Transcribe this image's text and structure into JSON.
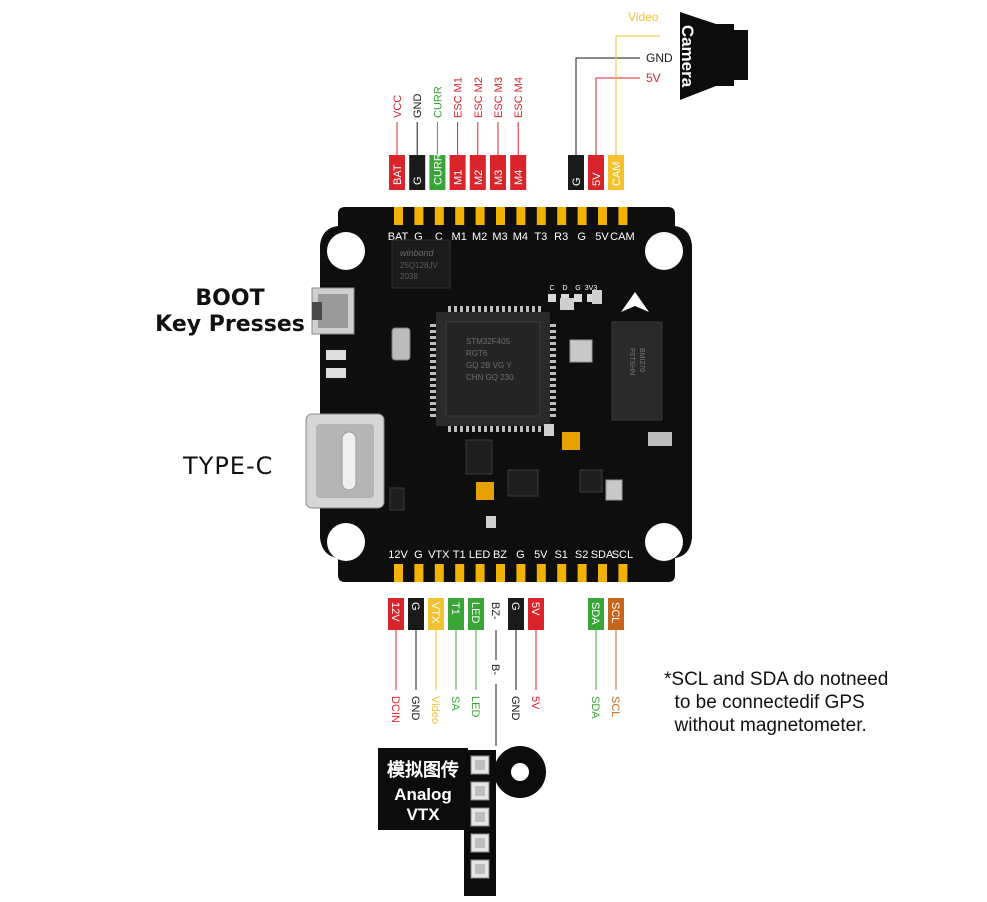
{
  "labels": {
    "boot": [
      "BOOT",
      "Key Presses"
    ],
    "typec": "TYPE-C",
    "camera": "Camera",
    "vtx": [
      "模拟图传",
      "Analog",
      "VTX"
    ]
  },
  "top_wires": [
    {
      "wire": "VCC",
      "tag": "BAT",
      "color": "#d8242a",
      "textcolor": "#d8242a"
    },
    {
      "wire": "GND",
      "tag": "G",
      "color": "#1a1a1a",
      "textcolor": "#1a1a1a"
    },
    {
      "wire": "CURR",
      "tag": "CURR",
      "color": "#3aa537",
      "textcolor": "#3aa537"
    },
    {
      "wire": "ESC M1",
      "tag": "M1",
      "color": "#d8242a",
      "textcolor": "#d8242a"
    },
    {
      "wire": "ESC M2",
      "tag": "M2",
      "color": "#d8242a",
      "textcolor": "#d8242a"
    },
    {
      "wire": "ESC M3",
      "tag": "M3",
      "color": "#d8242a",
      "textcolor": "#d8242a"
    },
    {
      "wire": "ESC M4",
      "tag": "M4",
      "color": "#d8242a",
      "textcolor": "#d8242a"
    }
  ],
  "camera_wires": [
    {
      "tag": "G",
      "wire": "GND",
      "color": "#1a1a1a",
      "textcolor": "#1a1a1a"
    },
    {
      "tag": "5V",
      "wire": "5V",
      "color": "#d8242a",
      "textcolor": "#d8242a"
    },
    {
      "tag": "CAM",
      "wire": "Video",
      "color": "#f2c230",
      "textcolor": "#f2c230"
    }
  ],
  "bottom_wires": [
    {
      "tag": "12V",
      "wire": "DCIN",
      "color": "#d8242a",
      "textcolor": "#d8242a"
    },
    {
      "tag": "G",
      "wire": "GND",
      "color": "#1a1a1a",
      "textcolor": "#1a1a1a"
    },
    {
      "tag": "VTX",
      "wire": "Video",
      "color": "#f2c230",
      "textcolor": "#f2c230"
    },
    {
      "tag": "T1",
      "wire": "SA",
      "color": "#3aa537",
      "textcolor": "#3aa537"
    },
    {
      "tag": "LED",
      "wire": "LED",
      "color": "#3aa537",
      "textcolor": "#3aa537"
    },
    {
      "tag": "G",
      "wire": "GND",
      "color": "#1a1a1a",
      "textcolor": "#1a1a1a"
    },
    {
      "tag": "5V",
      "wire": "5V",
      "color": "#d8242a",
      "textcolor": "#d8242a"
    },
    {
      "tag": "SDA",
      "wire": "SDA",
      "color": "#3aa537",
      "textcolor": "#3aa537"
    },
    {
      "tag": "SCL",
      "wire": "SCL",
      "color": "#c8651c",
      "textcolor": "#c8651c"
    }
  ],
  "buzzer": {
    "tag": "BZ-",
    "wire": "B-"
  },
  "board": {
    "top_pads": [
      "BAT",
      "G",
      "C",
      "M1",
      "M2",
      "M3",
      "M4",
      "T3",
      "R3",
      "G",
      "5V",
      "CAM"
    ],
    "bottom_pads": [
      "12V",
      "G",
      "VTX",
      "T1",
      "LED",
      "BZ",
      "G",
      "5V",
      "S1",
      "S2",
      "SDA",
      "SCL"
    ],
    "jumper": [
      "C",
      "D",
      "G",
      "3V3"
    ],
    "flash": [
      "winbond",
      "25Q128JV",
      "2038"
    ],
    "mcu": [
      "STM32F405",
      "RGT6",
      "GQ 2B VG Y",
      "CHN GQ 230"
    ],
    "gyro": [
      "BMI270",
      "F5TSHN"
    ]
  },
  "note": [
    "*SCL and SDA do notneed",
    "  to be connectedif GPS",
    "  without magnetometer."
  ],
  "colors": {
    "red": "#d8242a",
    "black": "#1a1a1a",
    "green": "#3aa537",
    "yellow": "#f2c230",
    "orange": "#c8651c",
    "board": "#0e0e0e",
    "pad": "#f2b200"
  }
}
